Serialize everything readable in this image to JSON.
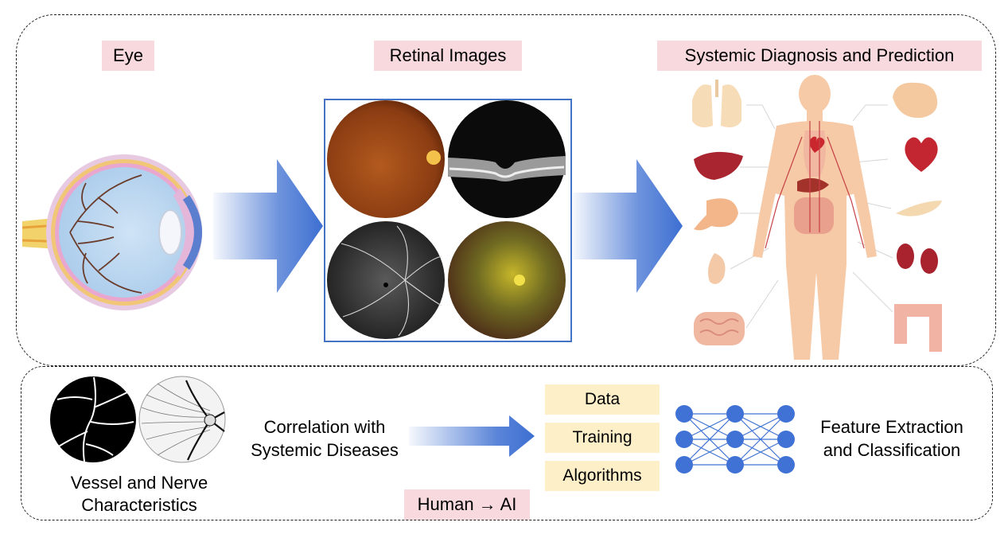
{
  "top": {
    "eye_label": "Eye",
    "retinal_label": "Retinal Images",
    "systemic_label": "Systemic Diagnosis and Prediction"
  },
  "bottom": {
    "vessel_label_line1": "Vessel and Nerve",
    "vessel_label_line2": "Characteristics",
    "correlation_line1": "Correlation with",
    "correlation_line2": "Systemic Diseases",
    "stack": [
      "Data",
      "Training",
      "Algorithms"
    ],
    "human_ai_label": "Human → AI",
    "feature_line1": "Feature Extraction",
    "feature_line2": "and Classification"
  },
  "colors": {
    "arrow_blue": "#3d6fd1",
    "pink_label_bg": "#f7d9de",
    "cream_label_bg": "#fdefc8",
    "node_blue": "#3f72d4",
    "frame_blue": "#4472c4"
  }
}
